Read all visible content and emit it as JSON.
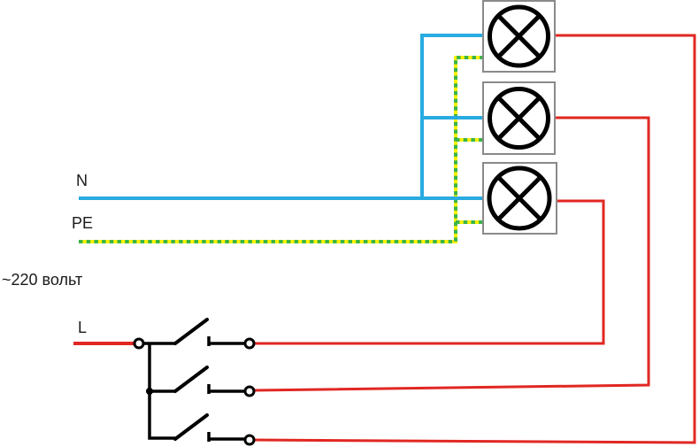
{
  "diagram": {
    "type": "electrical-wiring-diagram",
    "labels": {
      "neutral": "N",
      "protective_earth": "PE",
      "voltage": "~220 вольт",
      "line": "L"
    },
    "colors": {
      "neutral": "#29ABE2",
      "line": "#E12722",
      "pe_yellow": "#FFF100",
      "pe_green": "#3AB54A",
      "black": "#000000",
      "box_border": "#8A8A8A",
      "text": "#1A1A1A",
      "background": "#FFFFFF"
    },
    "components": {
      "lamps": [
        "lamp-1",
        "lamp-2",
        "lamp-3"
      ],
      "switches": [
        "switch-1",
        "switch-2",
        "switch-3"
      ]
    }
  }
}
